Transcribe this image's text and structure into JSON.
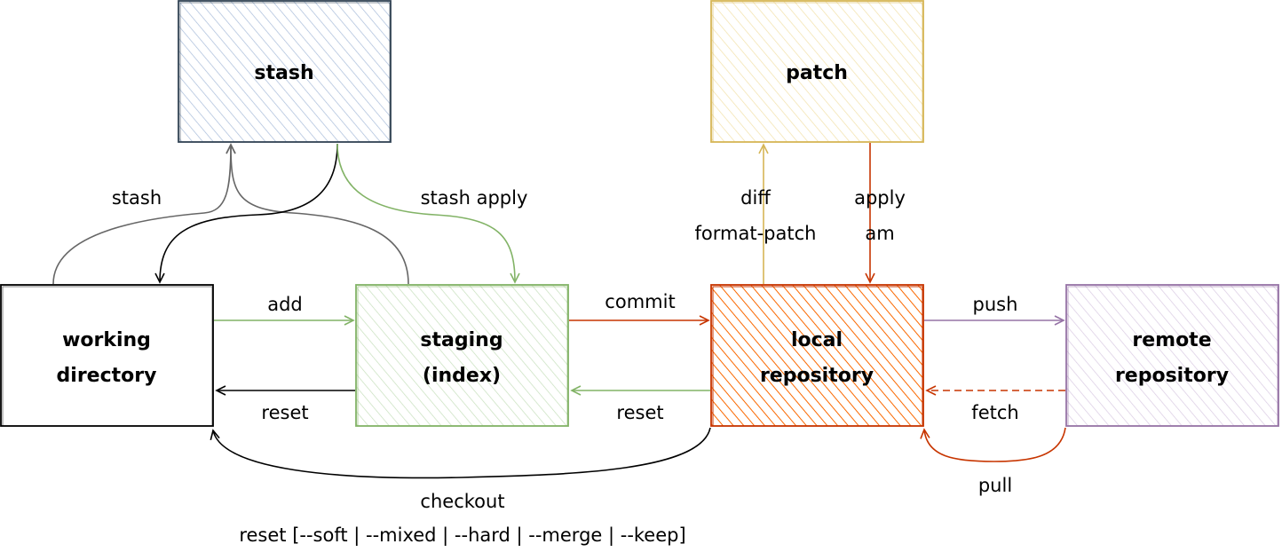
{
  "nodes": {
    "stash": {
      "lines": [
        "stash"
      ],
      "fill": "#6c8ebf",
      "stroke": "#314354"
    },
    "patch": {
      "lines": [
        "patch"
      ],
      "fill": "#fff2cc",
      "stroke": "#d6b656"
    },
    "working": {
      "lines": [
        "working",
        "directory"
      ],
      "fill": "#ffffff",
      "stroke": "#000000"
    },
    "staging": {
      "lines": [
        "staging",
        "(index)"
      ],
      "fill": "#d5e8d4",
      "stroke": "#82b366"
    },
    "local": {
      "lines": [
        "local",
        "repository"
      ],
      "fill": "#fa6800",
      "stroke": "#c73500"
    },
    "remote": {
      "lines": [
        "remote",
        "repository"
      ],
      "fill": "#e1d5e7",
      "stroke": "#9673a6"
    }
  },
  "edges": {
    "stash": "stash",
    "stash_apply": "stash apply",
    "add": "add",
    "reset_to_working": "reset",
    "commit": "commit",
    "reset_to_staging": "reset",
    "diff": "diff",
    "format_patch": "format-patch",
    "apply": "apply",
    "am": "am",
    "push": "push",
    "fetch": "fetch",
    "pull": "pull",
    "checkout": "checkout",
    "reset_modes": "reset [--soft | --mixed | --hard | --merge | --keep]"
  },
  "colors": {
    "gray": "#666666",
    "black": "#000000",
    "green": "#82b366",
    "yellow": "#d6b656",
    "red": "#c73500",
    "purple": "#9673a6"
  }
}
